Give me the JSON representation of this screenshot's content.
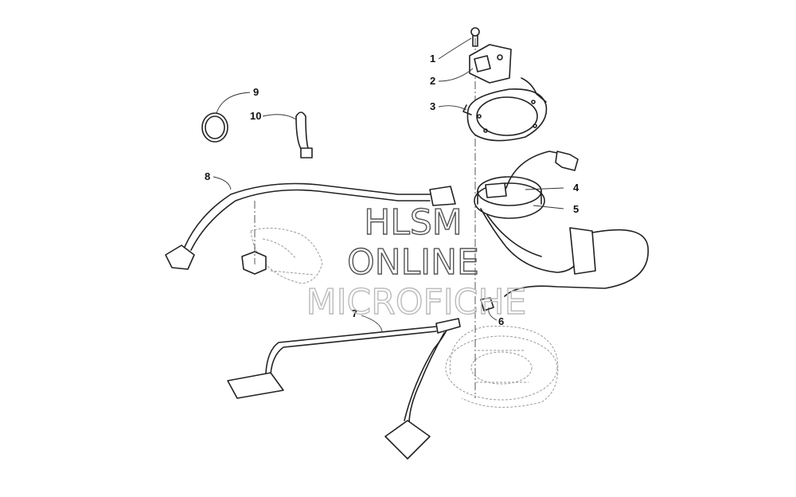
{
  "watermark": {
    "line1": "HLSM",
    "line2": "ONLINE",
    "line3": "MICROFICHE"
  },
  "callouts": [
    {
      "id": "1",
      "text": "1"
    },
    {
      "id": "2",
      "text": "2"
    },
    {
      "id": "3",
      "text": "3"
    },
    {
      "id": "4",
      "text": "4"
    },
    {
      "id": "5",
      "text": "5"
    },
    {
      "id": "6",
      "text": "6"
    },
    {
      "id": "7",
      "text": "7"
    },
    {
      "id": "8",
      "text": "8"
    },
    {
      "id": "9",
      "text": "9"
    },
    {
      "id": "10",
      "text": "10"
    }
  ],
  "colors": {
    "line": "#222222",
    "background": "#ffffff",
    "watermark": "#555555"
  }
}
